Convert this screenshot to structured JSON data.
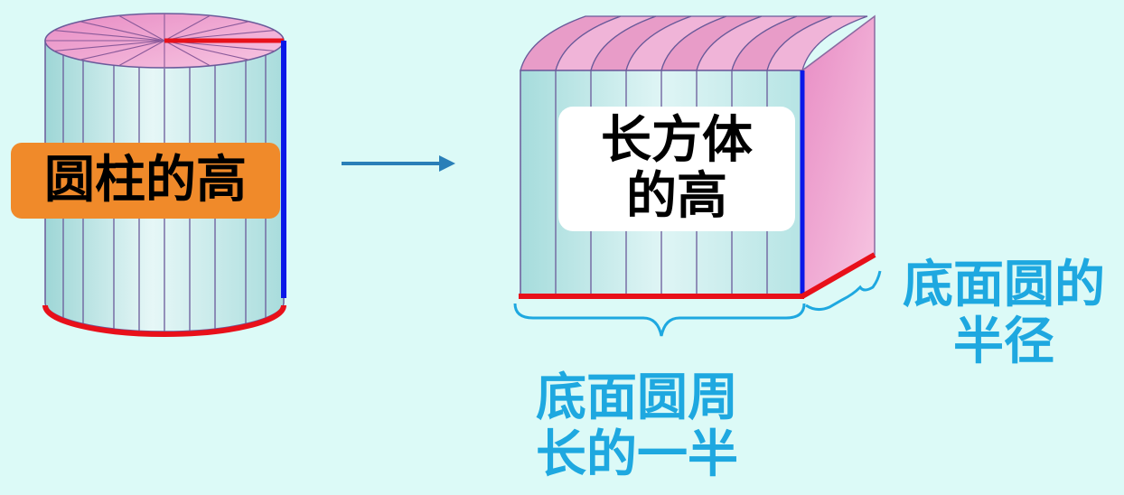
{
  "cylinder": {
    "height_label": "圆柱的高"
  },
  "cuboid": {
    "height_label_lines": [
      "长方体",
      "的高"
    ]
  },
  "annotations": {
    "half_circumference_lines": [
      "底面圆周",
      "长的一半"
    ],
    "radius_lines": [
      "底面圆的",
      "半径"
    ]
  },
  "colors": {
    "background": "#dcfaf7",
    "side_face": "#c6ecec",
    "top_face": "#ecaed6",
    "accent_orange": "#f08a2a",
    "highlight_red": "#e8101a",
    "highlight_blue": "#0a18e8",
    "label_cyan": "#1ea8e0",
    "arrow": "#2a7fb8"
  }
}
